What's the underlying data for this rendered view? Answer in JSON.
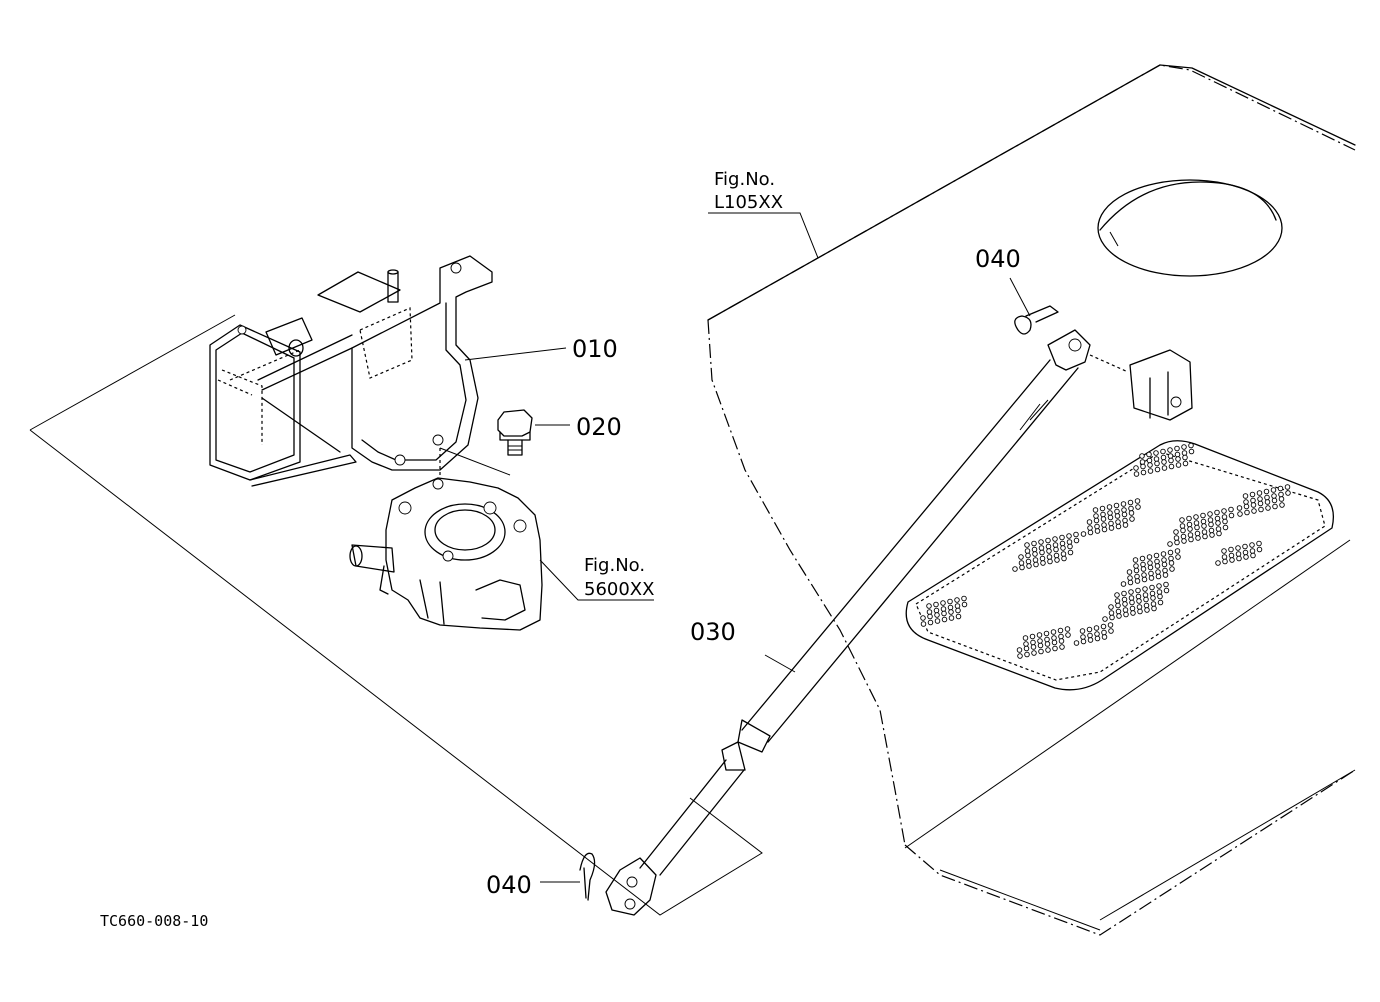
{
  "labels": {
    "bracket": "010",
    "bolt": "020",
    "gas_spring": "030",
    "clip_top": "040",
    "clip_bottom": "040"
  },
  "fig_refs": {
    "hood": {
      "line1": "Fig.No.",
      "line2": "L105XX"
    },
    "pump": {
      "line1": "Fig.No.",
      "line2": "5600XX"
    }
  },
  "drawing_code": "TC660-008-10"
}
